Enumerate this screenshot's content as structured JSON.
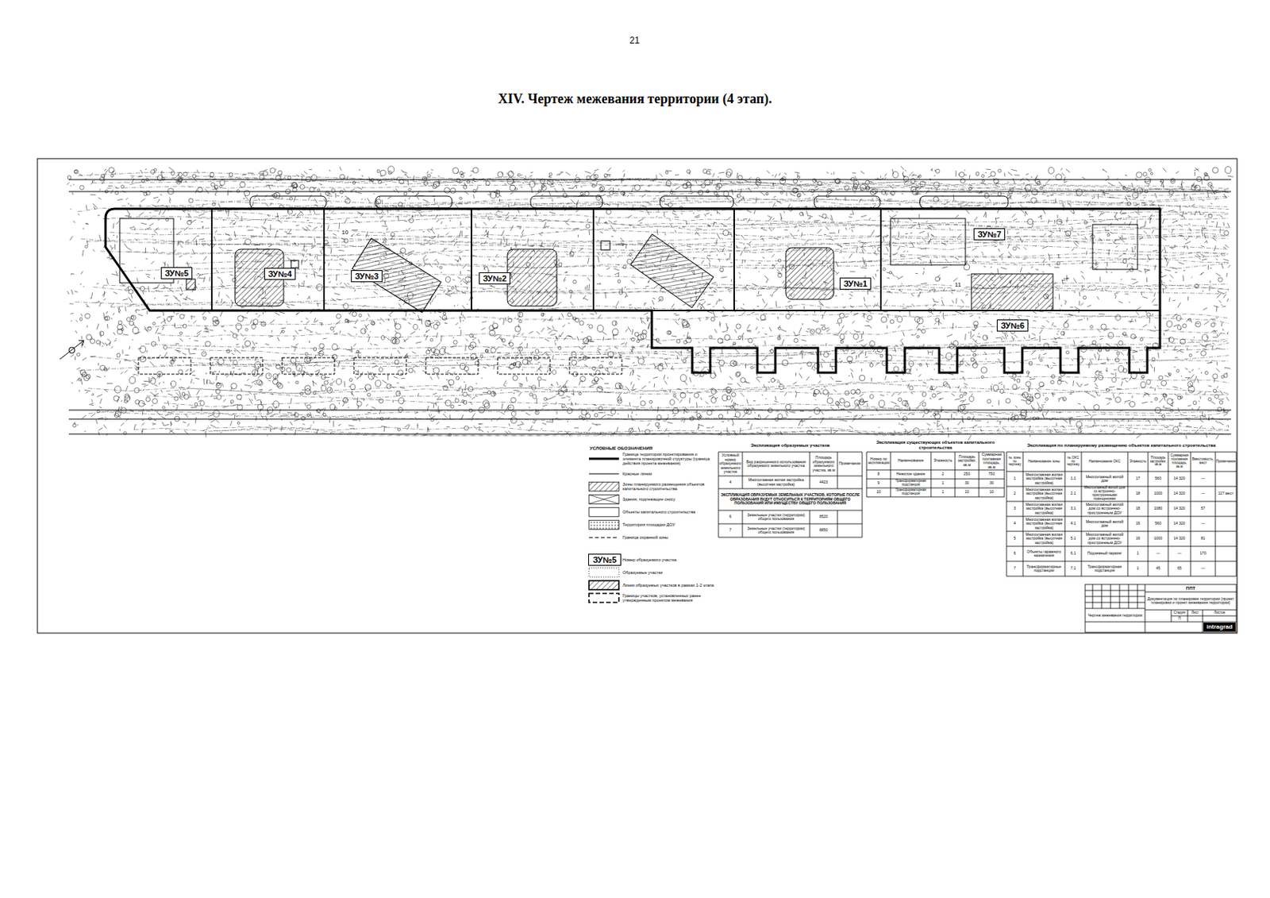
{
  "diagram": {
    "title": "XIV.  Чертеж межевания территории (4 этап).",
    "nodes": [
      {
        "text": [
          "ЗУ№5"
        ]
      },
      {
        "text": [
          "ЗУ№4"
        ]
      },
      {
        "text": [
          "ЗУ№3"
        ]
      },
      {
        "text": [
          "ЗУ№2"
        ]
      },
      {
        "text": [
          "ЗУ№1"
        ]
      },
      {
        "text": [
          "ЗУ№7"
        ]
      },
      {
        "text": [
          "ЗУ№6"
        ]
      }
    ],
    "labels": [
      "21",
      "10",
      "11",
      "УСЛОВНЫЕ ОБОЗНАЧЕНИЯ",
      "ЗУ№5",
      "Экспликация образуемых участков",
      "Условный номер образуемого земельного участка",
      "Вид разрешенного использования образуемого земельного участка",
      "Площадь образуемого земельного участка, кв.м",
      "Примечание",
      "4",
      "Многоэтажная жилая застройка (высотная застройка)",
      "4423",
      "ЭКСПЛИКАЦИЯ ОБРАЗУЕМЫХ ЗЕМЕЛЬНЫХ УЧАСТКОВ, КОТОРЫЕ ПОСЛЕ ОБРАЗОВАНИЯ БУДУТ ОТНОСИТЬСЯ К ТЕРРИТОРИЯМ ОБЩЕГО ПОЛЬЗОВАНИЯ ИЛИ ИМУЩЕСТВУ ОБЩЕГО ПОЛЬЗОВАНИЯ",
      "6",
      "Земельные участки (территории) общего пользования",
      "8520",
      "7",
      "Земельные участки (территории) общего пользования",
      "8850",
      "Экспликация существующих объектов капитального строительства",
      "Номер по экспликации",
      "Наименование",
      "Этажность",
      "Площадь застройки, кв.м",
      "Суммарная поэтажная площадь, кв.м",
      "8",
      "Нежилое здание",
      "2",
      "250",
      "750",
      "9",
      "Трансформаторная подстанция",
      "1",
      "30",
      "30",
      "10",
      "Трансформаторная подстанция",
      "1",
      "10",
      "10",
      "Экспликация по планируемому размещению объектов капитального строительства",
      "№ зоны по чертежу",
      "Наименование зоны",
      "№ ОКС по чертежу",
      "Наименование ОКС",
      "Этажность",
      "Площадь застройки, кв.м",
      "Суммарная поэтажная площадь, кв.м",
      "Вместимость, мест",
      "Примечание",
      "1",
      "Многоэтажная жилая застройка (высотная застройка)",
      "1.1",
      "Многоэтажный жилой дом",
      "17",
      "560",
      "14 320",
      "—",
      "2",
      "Многоэтажная жилая застройка (высотная застройка)",
      "2.1",
      "Многоэтажный жилой дом со встроенно-пристроенными помещениями",
      "18",
      "1000",
      "14 320",
      "—",
      "117 мест",
      "3",
      "Многоэтажная жилая застройка (высотная застройка)",
      "3.1",
      "Многоэтажный жилой дом со встроенно-пристроенным ДОУ",
      "18",
      "1080",
      "14 320",
      "57",
      "4",
      "Многоэтажная жилая застройка (высотная застройка)",
      "4.1",
      "Многоэтажный жилой дом",
      "16",
      "560",
      "14 320",
      "—",
      "5",
      "Многоэтажная жилая застройка (высотная застройка)",
      "5.1",
      "Многоэтажный жилой дом со встроенно-пристроенным ДОУ",
      "16",
      "1000",
      "14 320",
      "81",
      "6",
      "Объекты гаражного назначения",
      "6.1",
      "Подземный паркинг",
      "1",
      "—",
      "—",
      "170",
      "7",
      "Трансформаторные подстанции",
      "7.1",
      "Трансформаторная подстанция",
      "1",
      "45",
      "65",
      "—",
      "ППТ",
      "Документация по планировке территории (проект планировки и проект межевания территории)",
      "Чертеж межевания территории",
      "Стадия",
      "Лист",
      "Листов",
      "П",
      "intragrad"
    ],
    "legend": [
      {
        "text": "Граница территории проектирования и элемента планировочной структуры (граница действия проекта межевания)"
      },
      {
        "text": "Красные линии"
      },
      {
        "text": "Зоны планируемого размещения объектов капитального строительства"
      },
      {
        "text": "Здания, подлежащие сносу"
      },
      {
        "text": "Объекты капитального строительства"
      },
      {
        "text": "Территория площадки ДОУ"
      },
      {
        "text": "Граница охранной зоны"
      },
      {
        "text": "Номер образуемого участка"
      },
      {
        "text": "Образуемые участки"
      },
      {
        "text": "Линии образуемых участков в рамках 1-2 этапа"
      },
      {
        "text": "Границы участков, установленных ранее утвержденным проектом межевания"
      }
    ]
  }
}
